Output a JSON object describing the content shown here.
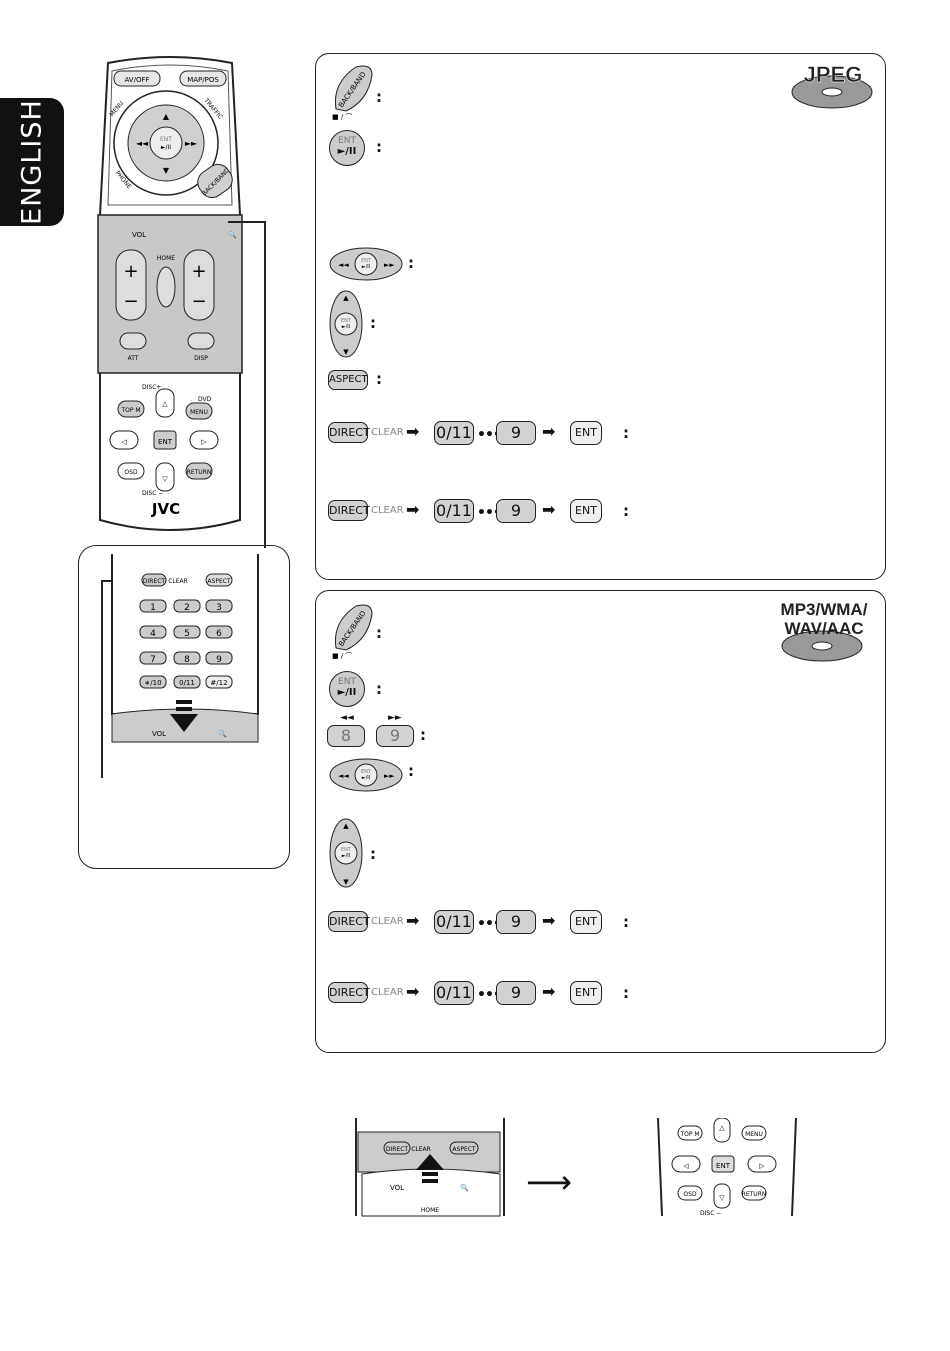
{
  "side_tab": {
    "label": "ENGLISH"
  },
  "remote": {
    "brand": "JVC",
    "labels": [
      "AV/OFF",
      "MAP/POS",
      "MENU",
      "TRAFFIC",
      "PHONE",
      "BACK/BAND",
      "VOL",
      "HOME",
      "ATT",
      "DISP",
      "DISC+",
      "DVD",
      "TOP M",
      "MENU",
      "ENT",
      "OSD",
      "RETURN",
      "DISC −"
    ],
    "panel_labels": [
      "DIRECT",
      "CLEAR",
      "ASPECT",
      "VOL"
    ],
    "number_keys": [
      "1",
      "2",
      "3",
      "4",
      "5",
      "6",
      "7",
      "8",
      "9",
      "∗/10",
      "0/11",
      "#/12"
    ]
  },
  "jpeg_panel": {
    "badge": "JPEG",
    "keys": {
      "direct": "DIRECT",
      "clear": "CLEAR",
      "zero": "0/11",
      "nine": "9",
      "ent": "ENT",
      "aspect": "ASPECT",
      "back_band": "BACK/BAND",
      "ent_play": "ENT",
      "play_sym": "►/II"
    },
    "colon": ":"
  },
  "audio_panel": {
    "badge_line1": "MP3/WMA/",
    "badge_line2": "WAV/AAC",
    "keys": {
      "direct": "DIRECT",
      "clear": "CLEAR",
      "zero": "0/11",
      "nine": "9",
      "eight": "8",
      "ent": "ENT",
      "back_band": "BACK/BAND",
      "ent_play": "ENT",
      "play_sym": "►/II"
    },
    "colon": ":"
  },
  "bottom_illustration": {
    "left_labels": [
      "DIRECT",
      "CLEAR",
      "ASPECT",
      "VOL",
      "HOME"
    ],
    "right_labels": [
      "TOP M",
      "MENU",
      "ENT",
      "OSD",
      "RETURN",
      "DISC −"
    ]
  }
}
